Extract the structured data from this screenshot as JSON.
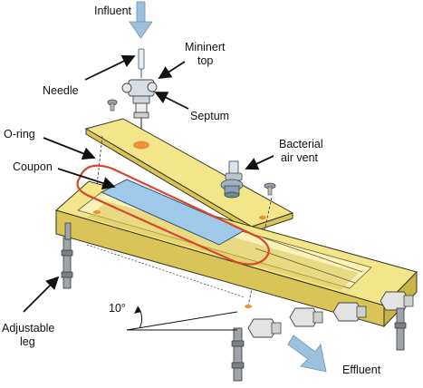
{
  "labels": {
    "influent": "Influent",
    "needle": "Needle",
    "mininert_line1": "Mininert",
    "mininert_line2": "top",
    "septum": "Septum",
    "o_ring": "O-ring",
    "coupon": "Coupon",
    "bacterial_line1": "Bacterial",
    "bacterial_line2": "air vent",
    "angle": "10°",
    "adjustable_line1": "Adjustable",
    "adjustable_line2": "leg",
    "effluent": "Effluent"
  },
  "colors": {
    "body_yellow": "#f3e58a",
    "body_yellow_dark": "#d9c457",
    "body_yellow_light": "#faf2b8",
    "outline": "#3a3620",
    "o_ring": "#d9452b",
    "coupon": "#9ec9e8",
    "flow_arrow": "#9cc1dc",
    "metal": "#c8c8c8",
    "port_orange": "#e8923a"
  }
}
